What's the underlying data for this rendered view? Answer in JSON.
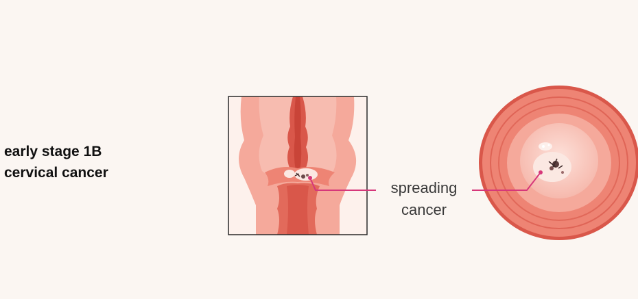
{
  "title": {
    "line1": "early stage 1B",
    "line2": "cervical cancer"
  },
  "callout": {
    "line1": "spreading",
    "line2": "cancer"
  },
  "colors": {
    "background": "#fbf6f2",
    "tissue_light": "#f5a99b",
    "tissue_mid": "#ee8474",
    "tissue_dark": "#d9574a",
    "tissue_deep": "#c94438",
    "cervix_face": "#f9c7bd",
    "tumor": "#fbe8e2",
    "pointer": "#d6377a",
    "frame": "#2a2a2a"
  },
  "icons": [
    "side-view-cervix-illustration",
    "front-view-cervix-illustration",
    "tumor-mark"
  ]
}
